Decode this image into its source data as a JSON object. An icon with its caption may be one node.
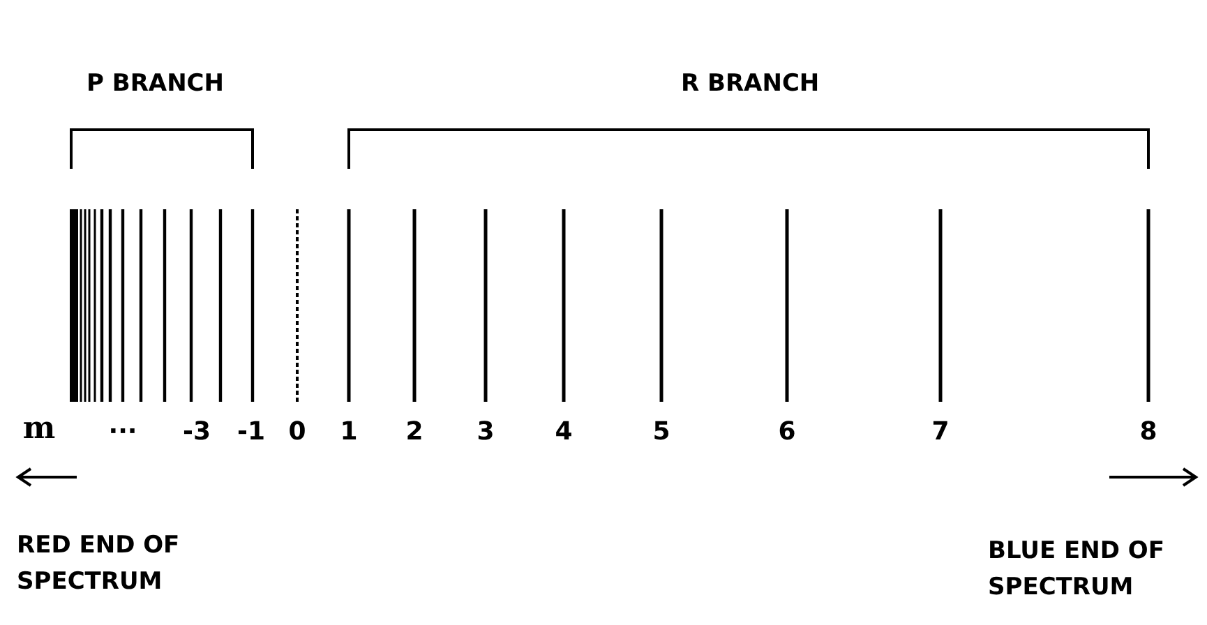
{
  "diagram": {
    "labels": [
      "P BRANCH",
      "R BRANCH",
      "m",
      "···",
      "-3",
      "-1",
      "0",
      "1",
      "2",
      "3",
      "4",
      "5",
      "6",
      "7",
      "8",
      "RED END OF SPECTRUM",
      "BLUE END OF SPECTRUM"
    ]
  }
}
